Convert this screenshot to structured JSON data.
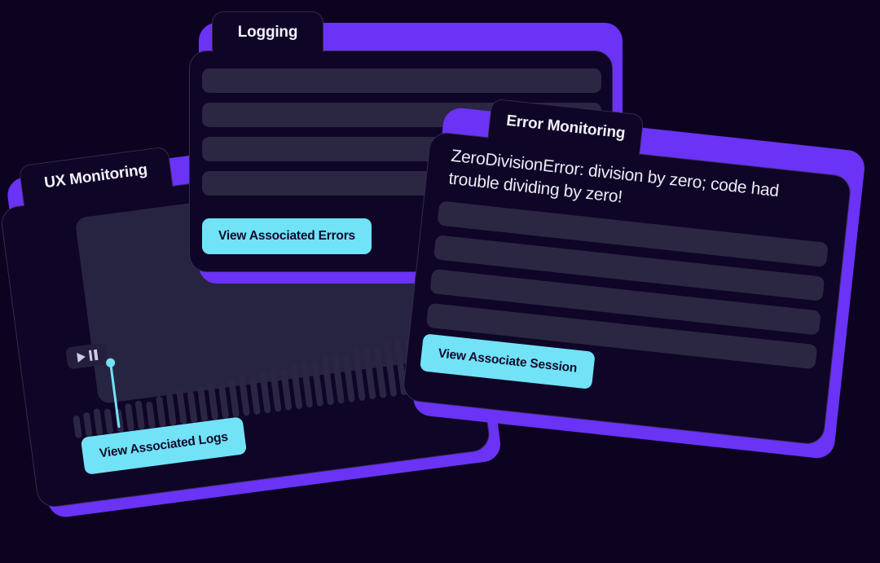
{
  "theme": {
    "background": "#0c0320",
    "card_bg": "#0f0526",
    "card_border": "#352a52",
    "shadow_purple": "#6a33f6",
    "row_fill": "#2b2742",
    "accent_cyan": "#72e2f7",
    "cta_text": "#120a2a",
    "heading_text": "#f2f0fa"
  },
  "cards": {
    "ux_monitoring": {
      "tab_label": "UX Monitoring",
      "cta_label": "View Associated Logs",
      "player": {
        "play_icon": "play-icon",
        "pause_icon": "pause-icon",
        "waveform_bars": [
          28,
          30,
          33,
          31,
          29,
          34,
          36,
          33,
          38,
          40,
          42,
          39,
          44,
          46,
          43,
          48,
          50,
          47,
          52,
          54,
          51,
          56,
          58,
          55,
          60,
          62,
          59,
          64,
          66,
          63,
          68,
          70,
          67,
          72,
          74,
          71
        ],
        "playhead_position_percent": 11
      }
    },
    "logging": {
      "tab_label": "Logging",
      "cta_label": "View Associated Errors",
      "rows": 4
    },
    "error_monitoring": {
      "tab_label": "Error Monitoring",
      "message": "ZeroDivisionError: division by zero; code had trouble dividing by zero!",
      "cta_label": "View Associate Session",
      "rows": 4
    }
  }
}
